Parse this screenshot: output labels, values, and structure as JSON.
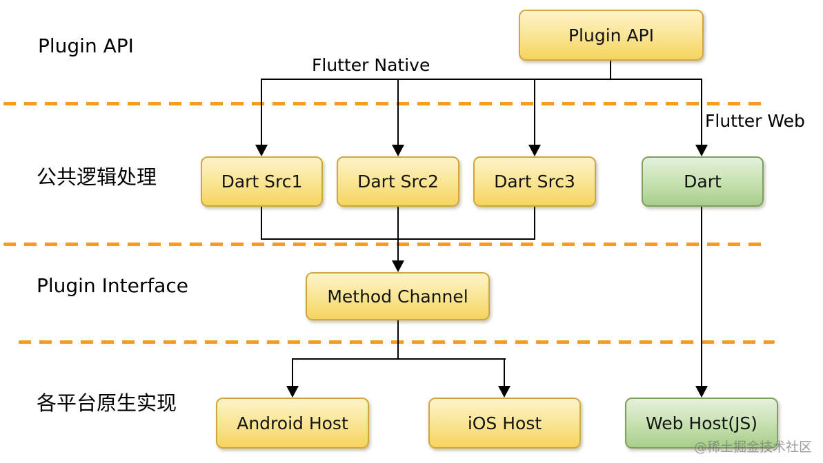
{
  "diagram": {
    "row_labels": {
      "plugin_api": "Plugin API",
      "common_logic": "公共逻辑处理",
      "plugin_interface": "Plugin Interface",
      "platform_impl": "各平台原生实现"
    },
    "annotations": {
      "flutter_native": "Flutter Native",
      "flutter_web": "Flutter Web"
    },
    "nodes": {
      "plugin_api": "Plugin API",
      "dart_src1": "Dart Src1",
      "dart_src2": "Dart Src2",
      "dart_src3": "Dart Src3",
      "dart_web": "Dart",
      "method_channel": "Method Channel",
      "android_host": "Android Host",
      "ios_host": "iOS Host",
      "web_host": "Web Host(JS)"
    },
    "watermark": "@稀土掘金技术社区",
    "colors": {
      "yellow_fill_top": "#FDF3C9",
      "yellow_fill_mid": "#FAE79B",
      "yellow_fill_bottom": "#F6D45F",
      "yellow_border": "#D2A63F",
      "green_fill_top": "#E5F1DC",
      "green_fill_mid": "#C8E2B2",
      "green_fill_bottom": "#A8CE8B",
      "green_border": "#7DA05E",
      "dashed_line": "#F59C20",
      "connector": "#000000"
    }
  }
}
